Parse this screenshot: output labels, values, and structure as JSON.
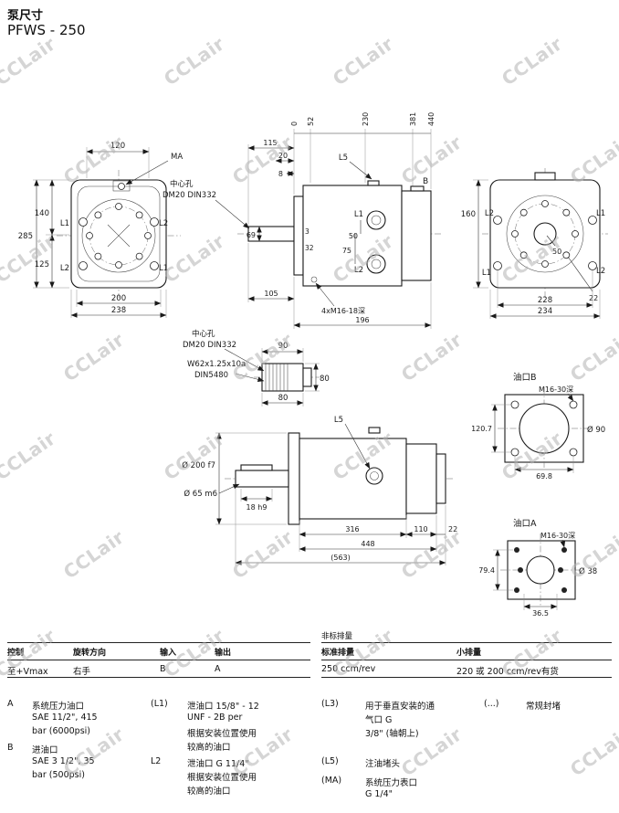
{
  "page": {
    "title": "泵尺寸",
    "model": "PFWS - 250"
  },
  "watermark": {
    "text": "CCLair"
  },
  "front_view": {
    "dim_width_top": "120",
    "ma_label": "MA",
    "dim_140": "140",
    "dim_285": "285",
    "dim_125": "125",
    "port_tl": "L1",
    "port_tr": "L2",
    "port_bl": "L2",
    "port_br": "L1",
    "dim_200": "200",
    "dim_238": "238"
  },
  "side_view": {
    "ruler": [
      "0",
      "52",
      "230",
      "381",
      "440"
    ],
    "dim_115": "115",
    "dim_20": "20",
    "dim_8": "8",
    "center_hole_line1": "中心孔",
    "center_hole_line2": "DM20 DIN332",
    "dim_69": "69",
    "l5_label": "L5",
    "b_label": "B",
    "port_l1": "L1",
    "dim_50": "50",
    "dim_75": "75",
    "port_l2": "L2",
    "dim_3": "3",
    "dim_32": "32",
    "dim_105": "105",
    "bolt_note": "4xM16-18深",
    "dim_196": "196"
  },
  "rear_view": {
    "dim_160": "160",
    "port_tl": "L2",
    "port_tr": "L1",
    "port_bl": "L1",
    "port_br": "L2",
    "dim_50": "50",
    "dim_22": "22",
    "dim_228": "228",
    "dim_234": "234"
  },
  "shaft_detail": {
    "center_hole_line1": "中心孔",
    "center_hole_line2": "DM20 DIN332",
    "dim_90": "90",
    "spline_line1": "W62x1.25x10a",
    "spline_line2": "DIN5480",
    "dim_80_right": "80",
    "dim_80_bottom": "80"
  },
  "bottom_view": {
    "l5_label": "L5",
    "dim_flange": "Ø 200 f7",
    "dim_shaft": "Ø 65 m6",
    "dim_key": "18 h9",
    "dim_316": "316",
    "dim_110": "110",
    "dim_22": "22",
    "dim_448": "448",
    "dim_total": "(563)"
  },
  "port_b": {
    "title": "油口B",
    "thread_note": "M16-30深",
    "dim_vertical": "120.7",
    "dim_bore": "Ø 90",
    "dim_horizontal": "69.8"
  },
  "port_a": {
    "title": "油口A",
    "thread_note": "M16-30深",
    "dim_vertical": "79.4",
    "dim_bore": "Ø 38",
    "dim_horizontal": "36.5"
  },
  "spec_table": {
    "col_control": "控制",
    "col_rotation": "旋转方向",
    "col_input": "输入",
    "col_output": "输出",
    "val_control": "至+Vmax",
    "val_rotation": "右手",
    "val_input": "B",
    "val_output": "A"
  },
  "disp_table": {
    "note": "非标排量",
    "col_standard": "标准排量",
    "col_small": "小排量",
    "val_standard": "250 ccm/rev",
    "val_small": "220 或 200 ccm/rev有货"
  },
  "legend": {
    "a_label": "A",
    "a_lines": [
      "系统压力油口",
      "SAE 11/2\", 415",
      "bar (6000psi)"
    ],
    "b_label": "B",
    "b_lines": [
      "进油口",
      "SAE 3 1/2\", 35",
      "bar (500psi)"
    ],
    "l1_label": "(L1)",
    "l1_lines": [
      "泄油口  15/8\" - 12",
      "UNF - 2B per",
      "根据安装位置使用",
      "较高的油口"
    ],
    "l2_label": "L2",
    "l2_lines": [
      "泄油口 G 11/4\"",
      "根据安装位置使用",
      "较高的油口"
    ],
    "l3_label": "(L3)",
    "l3_lines": [
      "用于垂直安装的通",
      "气口 G",
      "3/8\" (轴朝上)"
    ],
    "l5_label": "(L5)",
    "l5_lines": [
      "注油堵头"
    ],
    "ma_label": "(MA)",
    "ma_lines": [
      "系统压力表口",
      "G 1/4\""
    ],
    "dots_label": "(...)",
    "dots_lines": [
      "常规封堵"
    ]
  }
}
